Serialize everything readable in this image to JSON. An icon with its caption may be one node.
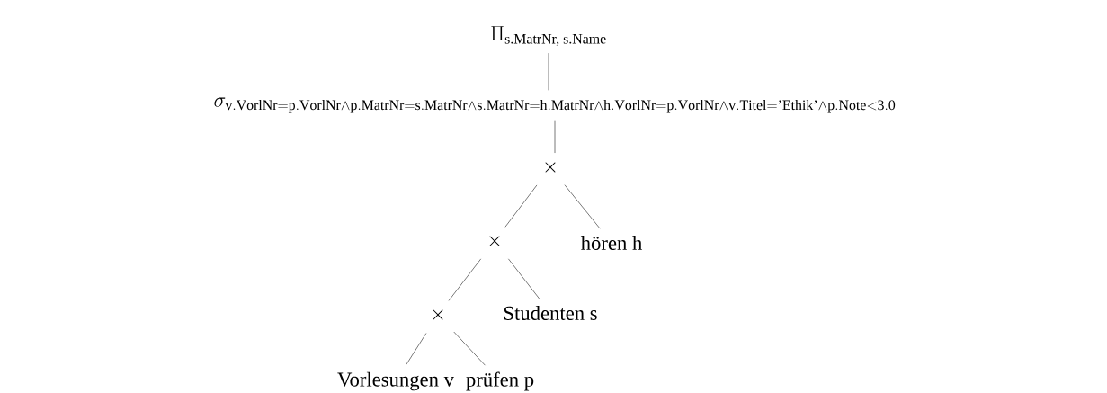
{
  "diagram": {
    "nodes": [
      {
        "text": [
          "\\Pi_{\\text{s.MatrNr, s.Name}}"
        ]
      },
      {
        "text": [
          "\\sigma_{\\mathrm{v.VorlNr=p.VorlNr} \\wedge \\mathrm{p.MatrNr=s.MatrNr} \\wedge \\mathrm{s.MatrNr=h.MatrNr} \\wedge \\mathrm{h.VorlNr=p.VorlNr} \\wedge \\mathrm{v.Titel=}\\text{'Ethik'} \\wedge \\mathrm{p.Note<3.0}}"
        ]
      },
      {
        "text": [
          "\\times"
        ]
      },
      {
        "text": [
          "\\times"
        ]
      },
      {
        "text": [
          "hören h"
        ]
      },
      {
        "text": [
          "\\times"
        ]
      },
      {
        "text": [
          "Studenten s"
        ]
      },
      {
        "text": [
          "Vorlesungen v"
        ]
      },
      {
        "text": [
          "prüfen p"
        ]
      }
    ],
    "edges": [
      {
        "from": 0,
        "to": 1,
        "arrow": "none"
      },
      {
        "from": 1,
        "to": 2,
        "arrow": "none"
      },
      {
        "from": 2,
        "to": 3,
        "arrow": "none"
      },
      {
        "from": 2,
        "to": 4,
        "arrow": "none"
      },
      {
        "from": 3,
        "to": 5,
        "arrow": "none"
      },
      {
        "from": 3,
        "to": 6,
        "arrow": "none"
      },
      {
        "from": 5,
        "to": 7,
        "arrow": "none"
      },
      {
        "from": 5,
        "to": 8,
        "arrow": "none"
      }
    ]
  }
}
